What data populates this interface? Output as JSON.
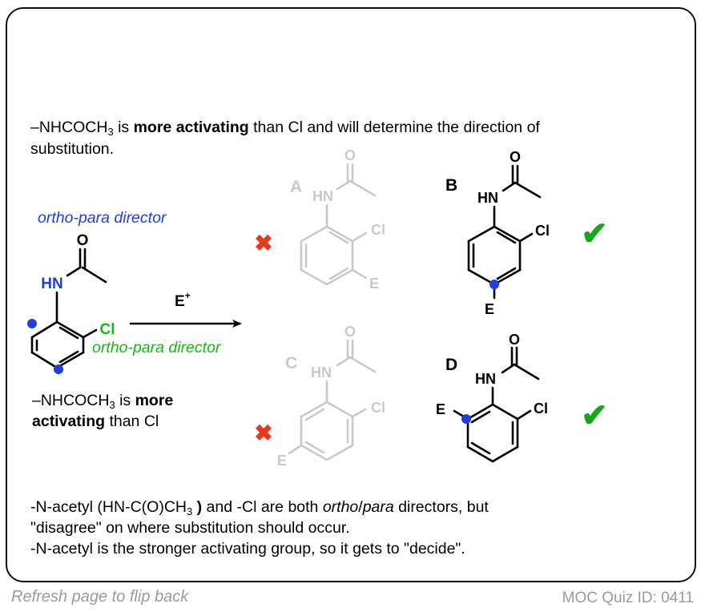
{
  "intro": {
    "prefix": "–NHCOCH",
    "sub": "3",
    "bold": " more activating",
    "mid": " is",
    "after": " than Cl and will determine the direction of",
    "line2": "substitution."
  },
  "left": {
    "label_nh_director": "ortho-para director",
    "label_cl_director": "ortho-para director",
    "O": "O",
    "HN": "HN",
    "Cl": "Cl",
    "note_prefix": "–NHCOCH",
    "note_sub": "3",
    "note_is": " is ",
    "note_bold1": "more",
    "note_bold2": "activating",
    "note_rest": " than Cl"
  },
  "reaction": {
    "reagent": "E",
    "charge": "+"
  },
  "products": [
    {
      "letter": "A",
      "O": "O",
      "HN": "HN",
      "Cl": "Cl",
      "E": "E",
      "verdict": "wrong"
    },
    {
      "letter": "B",
      "O": "O",
      "HN": "HN",
      "Cl": "Cl",
      "E": "E",
      "verdict": "correct"
    },
    {
      "letter": "C",
      "O": "O",
      "HN": "HN",
      "Cl": "Cl",
      "E": "E",
      "verdict": "wrong"
    },
    {
      "letter": "D",
      "O": "O",
      "HN": "HN",
      "Cl": "Cl",
      "E": "E",
      "verdict": "correct"
    }
  ],
  "explanation": {
    "l1_a": "-N-acetyl (HN-C(O)CH",
    "l1_sub": "3",
    "l1_b": " )",
    "l1_c": " and -Cl are both ",
    "l1_d": "ortho",
    "l1_e": "/",
    "l1_f": "para",
    "l1_g": " directors, but",
    "l2": "\"disagree\" on where substitution should occur.",
    "l3": "-N-acetyl is the stronger activating group, so it gets to \"decide\"."
  },
  "footer": {
    "left": "Refresh page to flip back",
    "right": "MOC Quiz ID: 0411"
  },
  "colors": {
    "blue": "#1f3fe0",
    "green": "#16b816",
    "gray": "#c9c9c9",
    "red": "#e8391c",
    "check": "#14a814"
  }
}
